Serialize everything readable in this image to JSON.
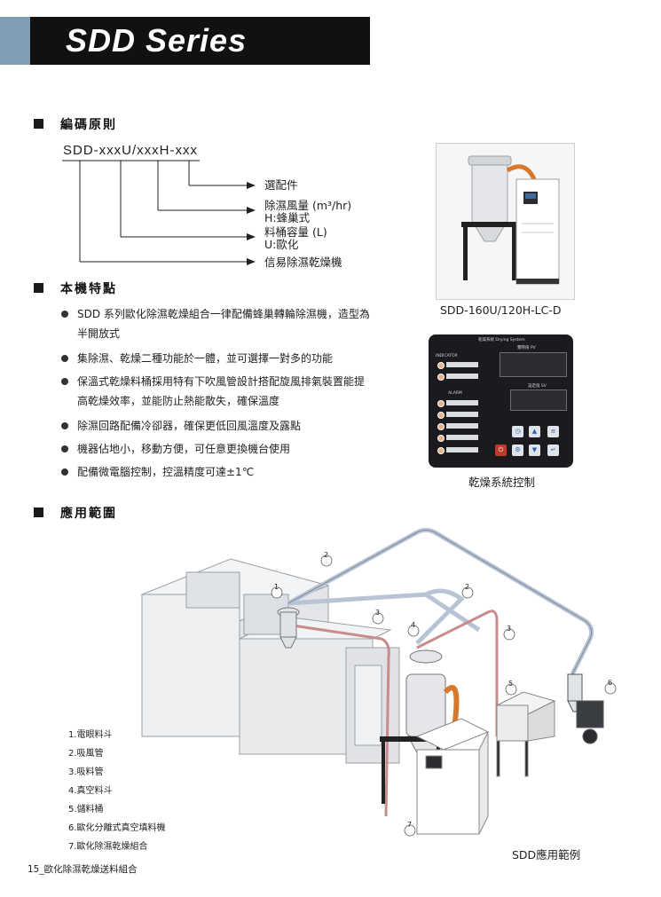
{
  "header": {
    "title": "SDD Series"
  },
  "coding": {
    "section_title": "編碼原則",
    "code": "SDD-xxxU/xxxH-xxx",
    "labels": [
      {
        "text": "選配件"
      },
      {
        "text": "除濕風量 (m³/hr)"
      },
      {
        "text": "H:蜂巢式"
      },
      {
        "text": "料桶容量 (L)"
      },
      {
        "text": "U:歐化"
      },
      {
        "text": "信易除濕乾燥機"
      }
    ]
  },
  "features": {
    "section_title": "本機特點",
    "items": [
      {
        "text": "SDD 系列歐化除濕乾燥組合一律配備蜂巢轉輪除濕機，造型為半開放式"
      },
      {
        "text": "集除濕、乾燥二種功能於一體，並可選擇一對多的功能"
      },
      {
        "text": "保溫式乾燥料桶採用特有下吹風管設計搭配旋風排氣裝置能提高乾燥效率，並能防止熱能散失，確保溫度"
      },
      {
        "text": "除濕回路配備冷卻器，確保更低回風溫度及露點"
      },
      {
        "text": "機器佔地小，移動方便，可任意更換機台使用"
      },
      {
        "text": "配備微電腦控制，控溫精度可達±1℃"
      }
    ]
  },
  "photo_caption": "SDD-160U/120H-LC-D",
  "control": {
    "caption": "乾燥系統控制",
    "panel_title": "乾燥系統 Drying System",
    "indicator": "INDICATOR",
    "alarm": "ALARM",
    "pv": "實際值 PV",
    "sv": "設定值 SV"
  },
  "application": {
    "section_title": "應用範圍",
    "caption": "SDD應用範例",
    "callouts": [
      "1",
      "2",
      "3",
      "4",
      "5",
      "6",
      "7"
    ],
    "legend": [
      "1.電眼料斗",
      "2.吸風管",
      "3.吸料管",
      "4.真空料斗",
      "5.儲料桶",
      "6.歐化分離式真空填料機",
      "7.歐化除濕乾燥組合"
    ]
  },
  "footer": "15_歐化除濕乾燥送料組合"
}
